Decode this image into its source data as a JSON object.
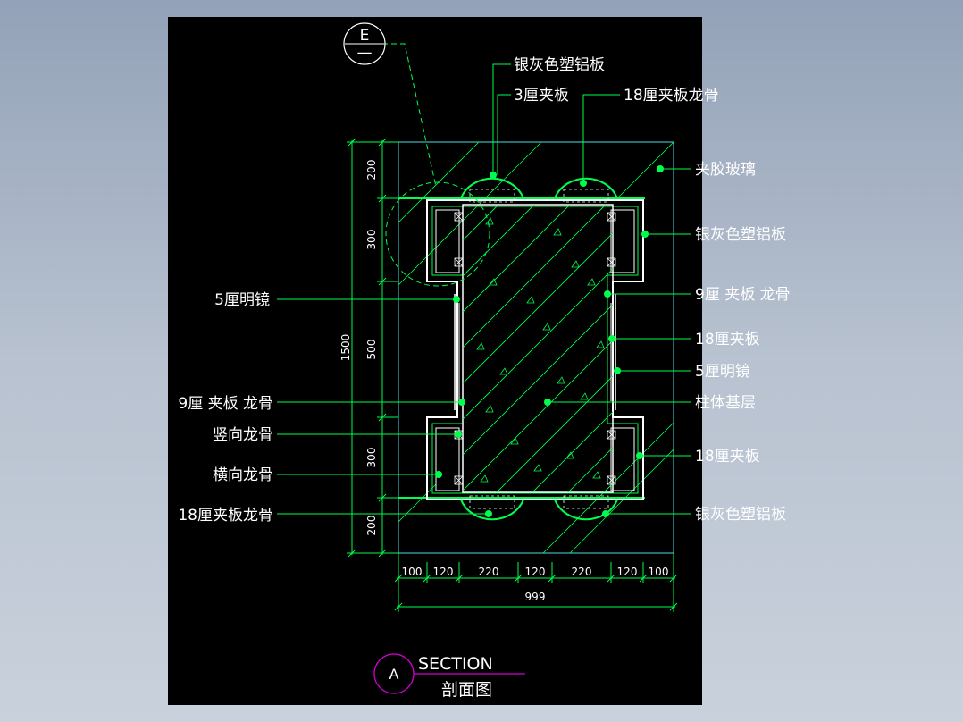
{
  "callout_tag": {
    "top": "E",
    "bottom": "—"
  },
  "labels": {
    "top_silver_panel": "银灰色塑铝板",
    "top_3mm_plywood": "3厘夹板",
    "top_18mm_keel": "18厘夹板龙骨",
    "laminated_glass": "夹胶玻璃",
    "right_silver_panel": "银灰色塑铝板",
    "right_9mm_keel": "9厘 夹板 龙骨",
    "right_18mm_plywood": "18厘夹板",
    "right_5mm_mirror": "5厘明镜",
    "column_base": "柱体基层",
    "right_18mm_plywood_2": "18厘夹板",
    "right_silver_panel_2": "银灰色塑铝板",
    "left_5mm_mirror": "5厘明镜",
    "left_9mm_keel": "9厘 夹板 龙骨",
    "left_vertical_keel": "竖向龙骨",
    "left_horizontal_keel": "横向龙骨",
    "left_18mm_keel": "18厘夹板龙骨"
  },
  "dims": {
    "v_segments": [
      "200",
      "300",
      "500",
      "300",
      "200"
    ],
    "v_total": "1500",
    "h_segments": [
      "100",
      "120",
      "220",
      "120",
      "220",
      "120",
      "100"
    ],
    "h_total": "999"
  },
  "title": {
    "tag": "A",
    "main": "SECTION",
    "sub": "剖面图"
  },
  "colors": {
    "line": "#00ff4c",
    "outline": "#48e0e0",
    "leader": "#00ff4c",
    "text": "#ffffff",
    "title_tag": "#d000d0"
  }
}
